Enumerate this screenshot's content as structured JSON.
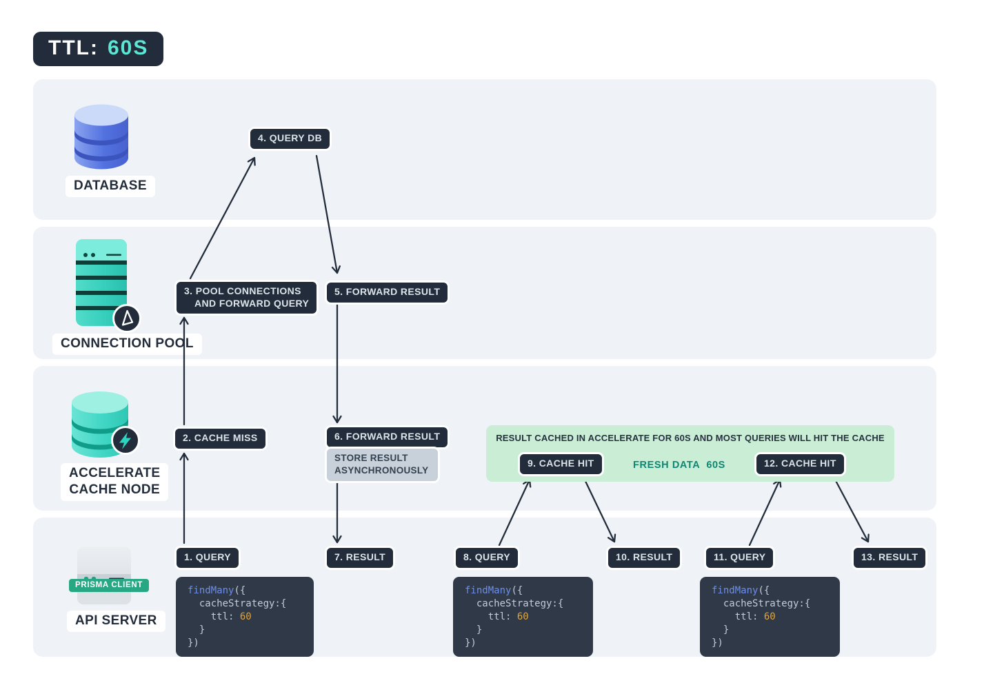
{
  "title_badge": {
    "label": "TTL:",
    "value": "60S"
  },
  "lanes": [
    {
      "name": "database",
      "label_lines": [
        "DATABASE"
      ]
    },
    {
      "name": "connection-pool",
      "label_lines": [
        "CONNECTION POOL"
      ]
    },
    {
      "name": "accelerate-cache-node",
      "label_lines": [
        "ACCELERATE",
        "CACHE NODE"
      ]
    },
    {
      "name": "api-server",
      "label_lines": [
        "API SERVER"
      ],
      "client_badge": "PRISMA CLIENT"
    }
  ],
  "steps": {
    "q1": "1. QUERY",
    "miss2": "2. CACHE MISS",
    "pool3_line1": "3. POOL CONNECTIONS",
    "pool3_line2": "AND FORWARD QUERY",
    "querydb4": "4. QUERY DB",
    "forward5": "5. FORWARD RESULT",
    "forward6": "6. FORWARD RESULT",
    "result7": "7. RESULT",
    "q8": "8. QUERY",
    "hit9": "9. CACHE HIT",
    "result10": "10. RESULT",
    "q11": "11. QUERY",
    "hit12": "12. CACHE HIT",
    "result13": "13. RESULT"
  },
  "store_note": {
    "line1": "STORE RESULT",
    "line2": "ASYNCHRONOUSLY"
  },
  "banner": {
    "title": "RESULT CACHED IN ACCELERATE FOR 60S AND MOST QUERIES WILL HIT THE CACHE",
    "fresh_label": "FRESH DATA",
    "fresh_value": "60S"
  },
  "code": {
    "fn": "findMany",
    "open": "({",
    "line2": "  cacheStrategy:{",
    "line3_prefix": "    ttl: ",
    "line3_value": "60",
    "line4": "  }",
    "line5": "})"
  },
  "icons": {
    "database-icon": "blue-database-cylinder",
    "connection-pool-server-icon": "teal-server-stack",
    "prisma-logo-badge-icon": "prisma-triangle-in-circle",
    "accelerate-cache-database-icon": "teal-database-cylinder",
    "lightning-badge-icon": "lightning-bolt-in-circle",
    "api-server-icon": "gray-server-box"
  },
  "colors": {
    "accent_teal": "#5ce7d5",
    "pill_bg": "#222c3a",
    "pill_text": "#dce3ea",
    "lane_bg": "#eff3f8",
    "banner_bg": "#c9eed5",
    "fresh_text": "#0e8674",
    "note_bg": "#c8d1d9",
    "code_bg": "#2f3947",
    "code_fn": "#6d8ee8",
    "code_number": "#e2a33f",
    "arrow": "#222c3a",
    "prisma_client_badge": "#27a783"
  }
}
